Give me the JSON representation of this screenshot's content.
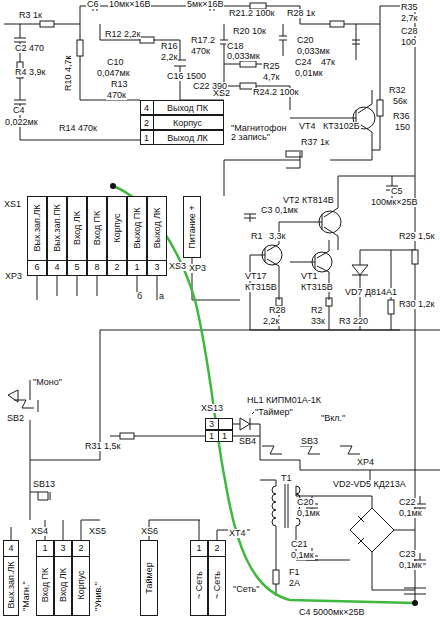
{
  "diagram": {
    "nodes": [
      {
        "text": [
          "4",
          "Выход ПК"
        ]
      },
      {
        "text": [
          "2",
          "Корпус"
        ]
      },
      {
        "text": [
          "1",
          "Выход ЛК"
        ]
      },
      {
        "text": [
          "6",
          "Вых.зап.ЛК"
        ]
      },
      {
        "text": [
          "4",
          "Вых.зап.ПК"
        ]
      },
      {
        "text": [
          "5",
          "Вход ЛК"
        ]
      },
      {
        "text": [
          "8",
          "Вход ПК"
        ]
      },
      {
        "text": [
          "2",
          "Корпус"
        ]
      },
      {
        "text": [
          "1",
          "Выход ПК"
        ]
      },
      {
        "text": [
          "3",
          "Выход ЛК"
        ]
      },
      {
        "text": [
          "Питание +"
        ]
      },
      {
        "text": [
          "3"
        ]
      },
      {
        "text": [
          "1",
          "1"
        ]
      },
      {
        "text": [
          "4",
          "Вых.зап.ЛК"
        ]
      },
      {
        "text": [
          "1",
          "Вход ПК"
        ]
      },
      {
        "text": [
          "3",
          "Вход ЛК"
        ]
      },
      {
        "text": [
          "2",
          "Корпус"
        ]
      },
      {
        "text": [
          "Таймер"
        ]
      },
      {
        "text": [
          "1",
          "~ Сеть"
        ]
      },
      {
        "text": [
          "2",
          "~ Сеть"
        ]
      }
    ],
    "labels": [
      "R3 1к",
      "C6",
      "10мк×16В",
      "5мк×16В",
      "R21.2 100к",
      "R28 1к",
      "R35",
      "2,7к",
      "C28",
      "100",
      "C2 470",
      "R12 2,2к",
      "R16",
      "2,2к",
      "R17.2",
      "470к",
      "R20 10к",
      "C18",
      "0,033мк",
      "C20",
      "0,033мк",
      "R4 3,9к",
      "R10 4,7к",
      "C10",
      "0,047мк",
      "C16 1500",
      "R25",
      "C24",
      "47к",
      "4,7к",
      "0,01мк",
      "R13",
      "470к",
      "C22 390",
      "R24.2 100к",
      "R32",
      "56к",
      "R36",
      "150",
      "C4",
      "0,022мк",
      "R14 470к",
      "XS2",
      "\"Магнитофон 2 запись\"",
      "VT4",
      "КТ3102Б",
      "R37 1к",
      "XS1",
      "XS3",
      "XP3",
      "XP3",
      "б",
      "а",
      "VT2 КТ814В",
      "C5",
      "100мк×25В",
      "C3 0,1мк",
      "R1",
      "3,3к",
      "R29 1,5к",
      "VT17",
      "КТ315В",
      "VT1",
      "КТ315В",
      "VD7 Д814А1",
      "R28",
      "2,2к",
      "R2",
      "33к",
      "R3 220",
      "R30 1,2к",
      "XS13",
      "HL1 КИПМ01А-1К",
      "\"Таймер\"",
      "R31 1,5к",
      "SB4",
      "SB3",
      "\"Вкл.\"",
      "XP4",
      "\"Моно\"",
      "SB2",
      "SB13",
      "T1",
      "VD2-VD5 КД213А",
      "C20",
      "0,1мк",
      "C22",
      "0,1мк",
      "C21",
      "0,1мк",
      "F1",
      "2А",
      "C23",
      "0,1мк",
      "C4 5000мк×25В",
      "XS4",
      "XS5",
      "XS6",
      "XT4",
      "\"Магн.\"",
      "\"Унив.\"",
      "\"Сеть\""
    ]
  }
}
